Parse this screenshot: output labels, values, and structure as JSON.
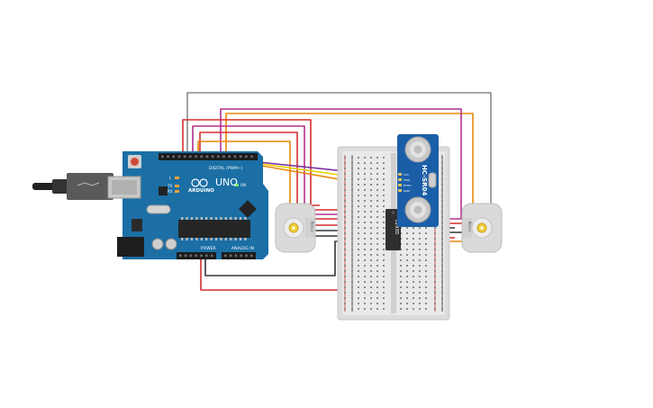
{
  "arduino": {
    "brand": "ARDUINO",
    "model": "UNO",
    "digital_label": "DIGITAL (PWM~)",
    "power_label": "POWER",
    "analog_label": "ANALOG IN",
    "on_label": "ON",
    "tx_label": "TX",
    "rx_label": "RX",
    "l_label": "L",
    "board_color": "#1b6fa5"
  },
  "sensor": {
    "model": "HC-SR04",
    "pins": [
      "VCC",
      "TRIG",
      "ECHO",
      "GND"
    ]
  },
  "driver_ic": {
    "label": "L293D"
  },
  "motors": {
    "left_label": "Motor",
    "right_label": "Motor"
  },
  "wire_colors": {
    "red": "#d32f2f",
    "black": "#333333",
    "gray": "#8a8a8a",
    "orange": "#e8890c",
    "magenta": "#b0308f",
    "yellow": "#e9d300",
    "purple": "#7b2fa0"
  }
}
